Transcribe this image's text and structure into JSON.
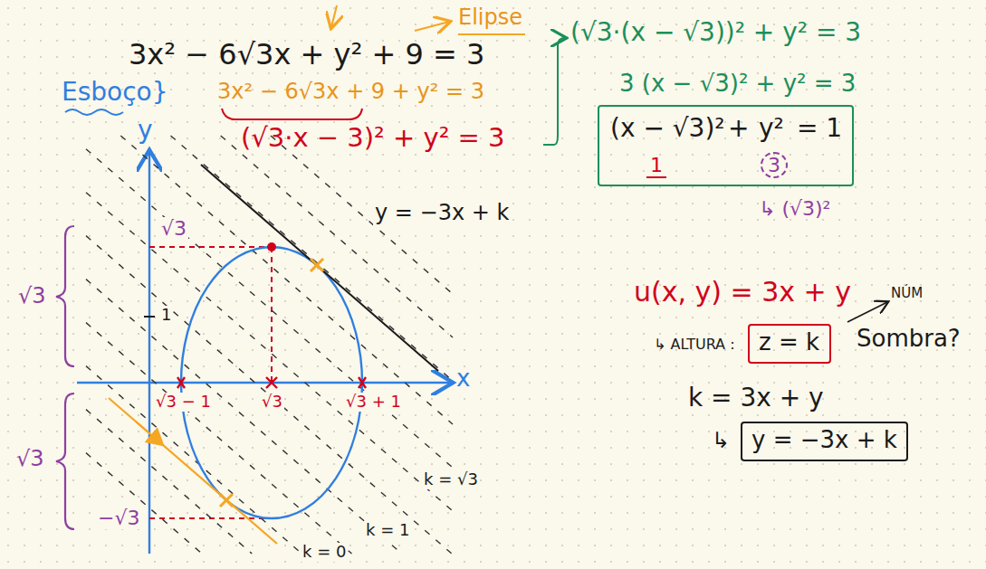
{
  "diagram": {
    "nodes": [
      {
        "text": [
          "(x − √3)²",
          "+",
          "y²",
          "= 1",
          "1",
          "3"
        ]
      },
      {
        "text": [
          "z = k"
        ]
      },
      {
        "text": [
          "y = −3x + k"
        ]
      }
    ],
    "labels": [
      "Elipse",
      "3x² − 6√3x + y² + 9 = 3",
      "3x² − 6√3x + 9 + y² = 3",
      "(√3·x − 3)² + y² = 3",
      "(√3·(x − √3))² + y² = 3",
      "3 (x − √3)² + y² = 3",
      "↳ (√3)²",
      "Esboço}",
      "y",
      "x",
      "√3",
      "1",
      "−√3",
      "√3 − 1",
      "√3",
      "√3 + 1",
      "√3",
      "√3",
      "y = −3x + k",
      "k = 0",
      "k = 1",
      "k = √3",
      "u(x, y) = 3x + y",
      "NÚM",
      "↳ ALTURA :",
      "Sombra?",
      "k = 3x + y",
      "↳"
    ]
  }
}
